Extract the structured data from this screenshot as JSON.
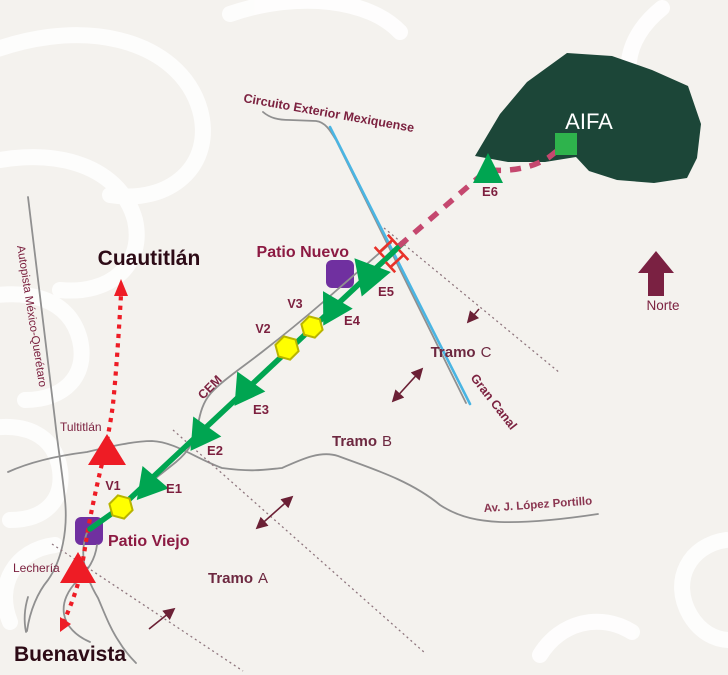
{
  "colors": {
    "route_green": "#00a551",
    "airport_fill": "#1c4638",
    "aifa_station_green": "#2eb34c",
    "patio_purple": "#7030a0",
    "viaduct_yellow": "#ffff00",
    "suburban_red": "#ee1c25",
    "dashed_pink": "#c5486f",
    "label_maroon": "#7c2240",
    "title_dark": "#2d0b16",
    "road_gray": "#909090",
    "canal_blue": "#4ab5e3"
  },
  "airport": {
    "label": "AIFA"
  },
  "compass": {
    "label": "Norte"
  },
  "stations": [
    {
      "id": "E1",
      "label": "E1"
    },
    {
      "id": "E2",
      "label": "E2"
    },
    {
      "id": "E3",
      "label": "E3"
    },
    {
      "id": "E4",
      "label": "E4"
    },
    {
      "id": "E5",
      "label": "E5"
    },
    {
      "id": "E6",
      "label": "E6"
    }
  ],
  "viaducts": [
    {
      "id": "V1",
      "label": "V1"
    },
    {
      "id": "V2",
      "label": "V2"
    },
    {
      "id": "V3",
      "label": "V3"
    }
  ],
  "patios": [
    {
      "id": "patio-nuevo",
      "label": "Patio Nuevo"
    },
    {
      "id": "patio-viejo",
      "label": "Patio Viejo"
    }
  ],
  "places": [
    {
      "id": "cuautitlan",
      "label": "Cuautitlán"
    },
    {
      "id": "buenavista",
      "label": "Buenavista"
    },
    {
      "id": "tultitlan",
      "label": "Tultitlán"
    },
    {
      "id": "lecheria",
      "label": "Lechería"
    }
  ],
  "roads": [
    {
      "id": "circuito",
      "label": "Circuito Exterior Mexiquense"
    },
    {
      "id": "autopista",
      "label": "Autopista México-Querétaro"
    },
    {
      "id": "cem",
      "label": "CEM"
    },
    {
      "id": "gran-canal",
      "label": "Gran Canal"
    },
    {
      "id": "lopez-portillo",
      "label": "Av. J. López Portillo"
    }
  ],
  "tramos": [
    {
      "word": "Tramo",
      "letter": "A"
    },
    {
      "word": "Tramo",
      "letter": "B"
    },
    {
      "word": "Tramo",
      "letter": "C"
    }
  ]
}
